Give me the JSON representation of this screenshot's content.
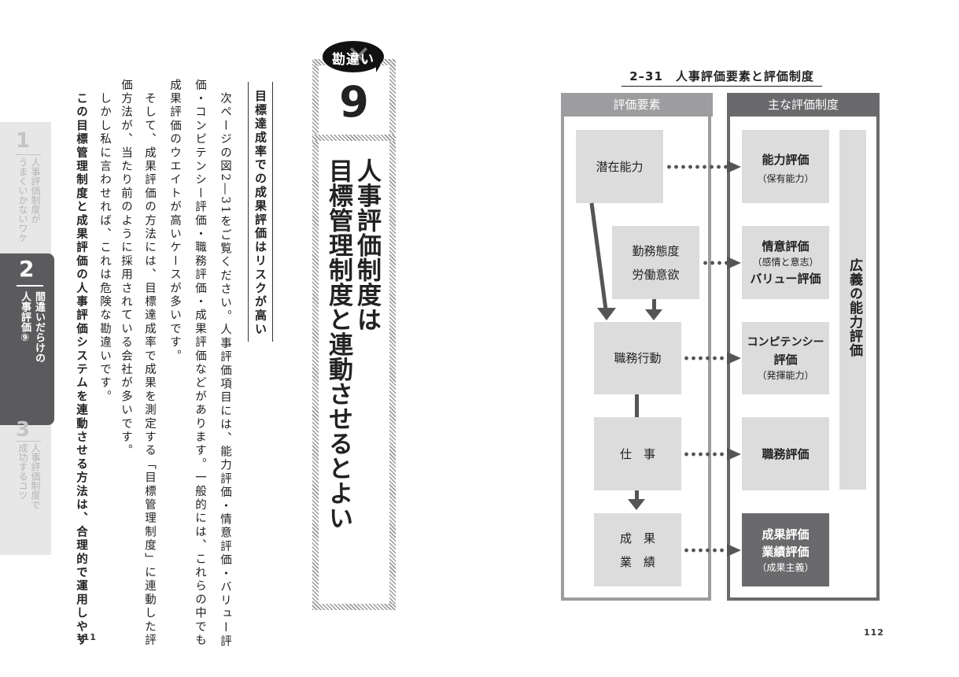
{
  "chapter_tabs": [
    {
      "number": "1",
      "label_lines": [
        "人事評価制度が",
        "うまくいかないワケ"
      ],
      "active": false
    },
    {
      "number": "2",
      "label_lines": [
        "間違いだらけの",
        "人事評価⑨"
      ],
      "active": true
    },
    {
      "number": "3",
      "label_lines": [
        "人事評価制度で",
        "成功するコツ"
      ],
      "active": false
    }
  ],
  "left_page": {
    "subheading": "目標達成率での成果評価はリスクが高い",
    "body_columns": [
      "　次ページの図2―31をご覧ください。人事評価項目には、能力評価・情意評価・バリュー評",
      "価・コンピテンシー評価・職務評価・成果評価などがあります。一般的には、これらの中でも",
      "成果評価のウエイトが高いケースが多いです。",
      "　そして、成果評価の方法には、目標達成率で成果を測定する「目標管理制度」に連動した評",
      "価方法が、当たり前のように採用されている会社が多いです。",
      "　しかし私に言わせれば、これは危険な勘違いです。",
      "　この目標管理制度と成果評価の人事評価システムを連動させる方法は、合理的で運用しやす"
    ],
    "page_number": "111"
  },
  "title_banner": {
    "badge_label": "勘違い",
    "badge_mark": "✕",
    "number": "9",
    "title_lines": [
      "人事評価制度は",
      "目標管理制度と連動させるとよい"
    ]
  },
  "right_page": {
    "figure": {
      "title": "2–31　人事評価要素と評価制度",
      "left_header": "評価要素",
      "right_header": "主な評価制度",
      "elements": [
        {
          "lines": [
            "潜在能力"
          ]
        },
        {
          "lines": [
            "勤務態度",
            "労働意欲"
          ]
        },
        {
          "lines": [
            "職務行動"
          ]
        },
        {
          "lines": [
            "仕　事"
          ]
        },
        {
          "lines": [
            "成　果",
            "業　績"
          ]
        }
      ],
      "systems": [
        {
          "main": "能力評価",
          "sub": "（保有能力）"
        },
        {
          "main": "情意評価",
          "sub": "（感情と意志）",
          "main2": "バリュー評価"
        },
        {
          "main": "コンピテンシー",
          "main2": "評価",
          "sub": "（発揮能力）"
        },
        {
          "main": "職務評価"
        },
        {
          "main": "成果評価",
          "main2": "業績評価",
          "sub": "（成果主義）"
        }
      ],
      "side_bar_label": "広義の能力評価",
      "colors": {
        "box": "#dcdcdd",
        "left_panel": "#9d9da0",
        "right_panel": "#6a6a6d",
        "arrow": "#555555"
      }
    },
    "page_number": "112"
  }
}
